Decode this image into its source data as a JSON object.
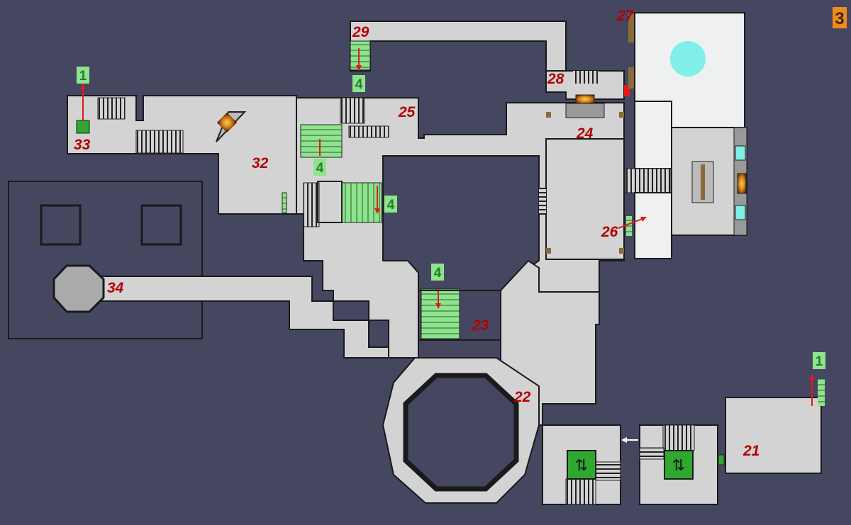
{
  "map": {
    "floor": "3",
    "room_numbers": [
      "21",
      "22",
      "23",
      "24",
      "25",
      "26",
      "27",
      "28",
      "29",
      "32",
      "33",
      "34"
    ],
    "level_markers": [
      "1",
      "4",
      "4",
      "4",
      "4",
      "1"
    ],
    "colors": {
      "background": "#454660",
      "floor": "#d3d3d3",
      "stairs": "#8ee48e",
      "label": "#b30000",
      "badge": "#f08a1d",
      "pool": "#7fefe8"
    },
    "icons": [
      "elevator-icon",
      "stairs-icon",
      "lava-tile-icon",
      "pool-icon"
    ]
  }
}
